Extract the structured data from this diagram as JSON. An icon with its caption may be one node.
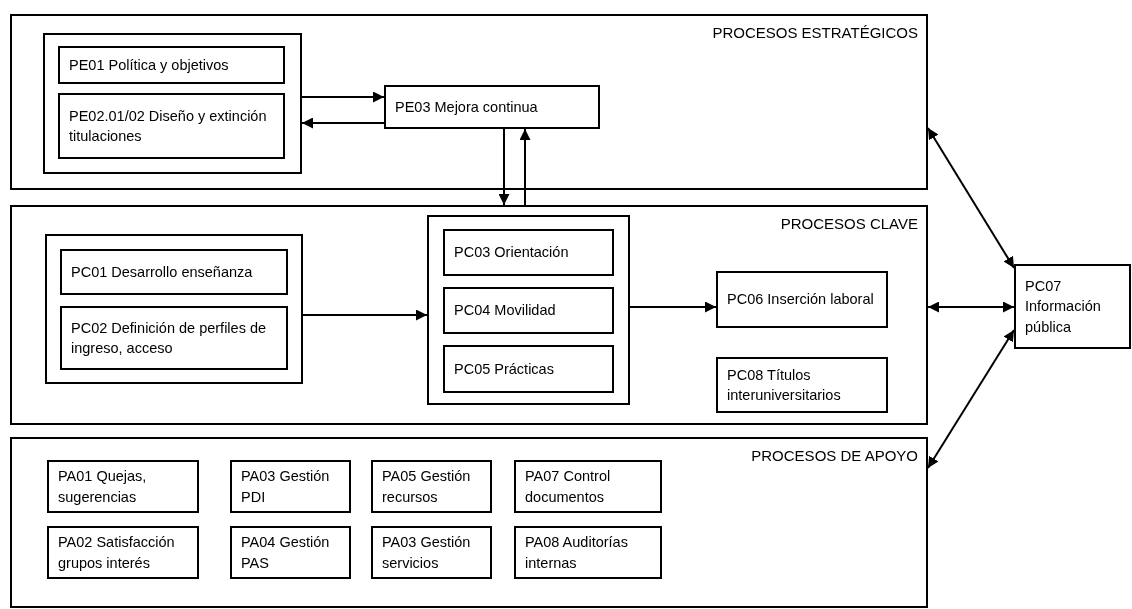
{
  "diagram": {
    "nodes": [
      {
        "text": [
          "PROCESOS ESTRATÉGICOS"
        ]
      },
      {
        "text": [],
        "shape": "box",
        "in": 0
      },
      {
        "text": [
          "PE01 Política y objetivos"
        ],
        "in": 1
      },
      {
        "text": [
          "PE02.01/02 Diseño y extinción titulaciones"
        ],
        "in": 1
      },
      {
        "text": [
          "PE03 Mejora continua"
        ],
        "in": 0
      },
      {
        "text": [
          "PROCESOS CLAVE"
        ]
      },
      {
        "text": [],
        "shape": "box",
        "in": 5
      },
      {
        "text": [
          "PC01 Desarrollo enseñanza"
        ],
        "in": 6
      },
      {
        "text": [
          "PC02 Definición de perfiles de ingreso, acceso"
        ],
        "in": 6
      },
      {
        "text": [],
        "shape": "box",
        "in": 5
      },
      {
        "text": [
          "PC03 Orientación"
        ],
        "in": 9
      },
      {
        "text": [
          "PC04 Movilidad"
        ],
        "in": 9
      },
      {
        "text": [
          "PC05 Prácticas"
        ],
        "in": 9
      },
      {
        "text": [
          "PC06 Inserción laboral"
        ],
        "in": 5
      },
      {
        "text": [
          "PC08 Títulos interuniversitarios"
        ],
        "in": 5
      },
      {
        "text": [
          "PROCESOS DE APOYO"
        ]
      },
      {
        "text": [
          "PA01 Quejas, sugerencias"
        ],
        "in": 15
      },
      {
        "text": [
          "PA03 Gestión PDI"
        ],
        "in": 15
      },
      {
        "text": [
          "PA05 Gestión recursos"
        ],
        "in": 15
      },
      {
        "text": [
          "PA07 Control documentos"
        ],
        "in": 15
      },
      {
        "text": [
          "PA02 Satisfacción grupos interés"
        ],
        "in": 15
      },
      {
        "text": [
          "PA04 Gestión PAS"
        ],
        "in": 15
      },
      {
        "text": [
          "PA03 Gestión servicios"
        ],
        "in": 15
      },
      {
        "text": [
          "PA08 Auditorías internas"
        ],
        "in": 15
      },
      {
        "text": [
          "PC07 Información pública"
        ]
      }
    ],
    "edges": [
      {
        "from": 1,
        "to": 4,
        "arrow": "to"
      },
      {
        "from": 4,
        "to": 1,
        "arrow": "to"
      },
      {
        "from": 4,
        "to": 5,
        "arrow": "to"
      },
      {
        "from": 5,
        "to": 4,
        "arrow": "to"
      },
      {
        "from": 0,
        "to": 24,
        "arrow": "both"
      },
      {
        "from": 5,
        "to": 24,
        "arrow": "both"
      },
      {
        "from": 15,
        "to": 24,
        "arrow": "both"
      },
      {
        "from": 6,
        "to": 9,
        "arrow": "to"
      },
      {
        "from": 9,
        "to": 13,
        "arrow": "to"
      }
    ]
  }
}
